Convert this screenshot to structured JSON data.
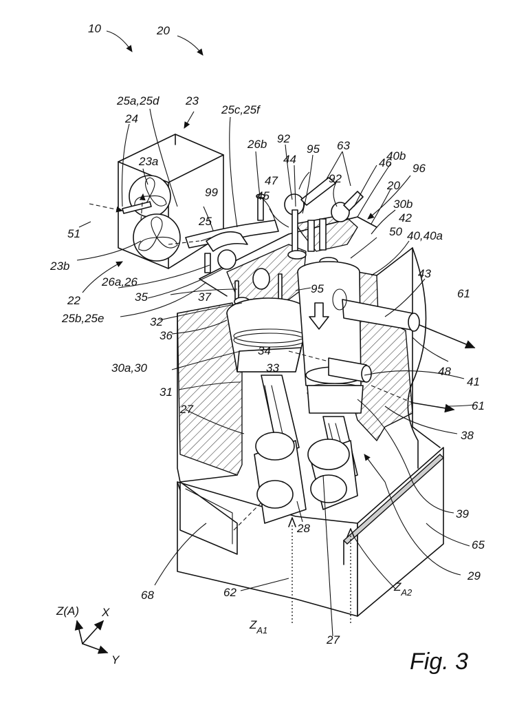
{
  "figure": {
    "caption": "Fig. 3",
    "labels": {
      "l10": "10",
      "l20a": "20",
      "l20b": "20",
      "l22": "22",
      "l23": "23",
      "l23a": "23a",
      "l23b": "23b",
      "l24": "24",
      "l25": "25",
      "l25a": "25a,25d",
      "l25b": "25b,25e",
      "l25c": "25c,25f",
      "l26a": "26a,26",
      "l26b": "26b",
      "l27a": "27",
      "l27b": "27",
      "l28": "28",
      "l29": "29",
      "l30a": "30a,30",
      "l30b": "30b",
      "l31": "31",
      "l32": "32",
      "l33": "33",
      "l34": "34",
      "l35": "35",
      "l36": "36",
      "l37": "37",
      "l38": "38",
      "l39": "39",
      "l40a": "40,40a",
      "l40b": "40b",
      "l41": "41",
      "l42": "42",
      "l43": "43",
      "l44": "44",
      "l45": "45",
      "l46": "46",
      "l47": "47",
      "l48": "48",
      "l50": "50",
      "l51": "51",
      "l61a": "61",
      "l61b": "61",
      "l62": "62",
      "l63": "63",
      "l65": "65",
      "l68": "68",
      "l92a": "92",
      "l92b": "92",
      "l95a": "95",
      "l95b": "95",
      "l96": "96",
      "l99": "99"
    },
    "axes": {
      "zA1_main": "Z",
      "zA1_sub": "A1",
      "zA2_main": "Z",
      "zA2_sub": "A2",
      "z": "Z(A)",
      "x": "X",
      "y": "Y"
    }
  }
}
